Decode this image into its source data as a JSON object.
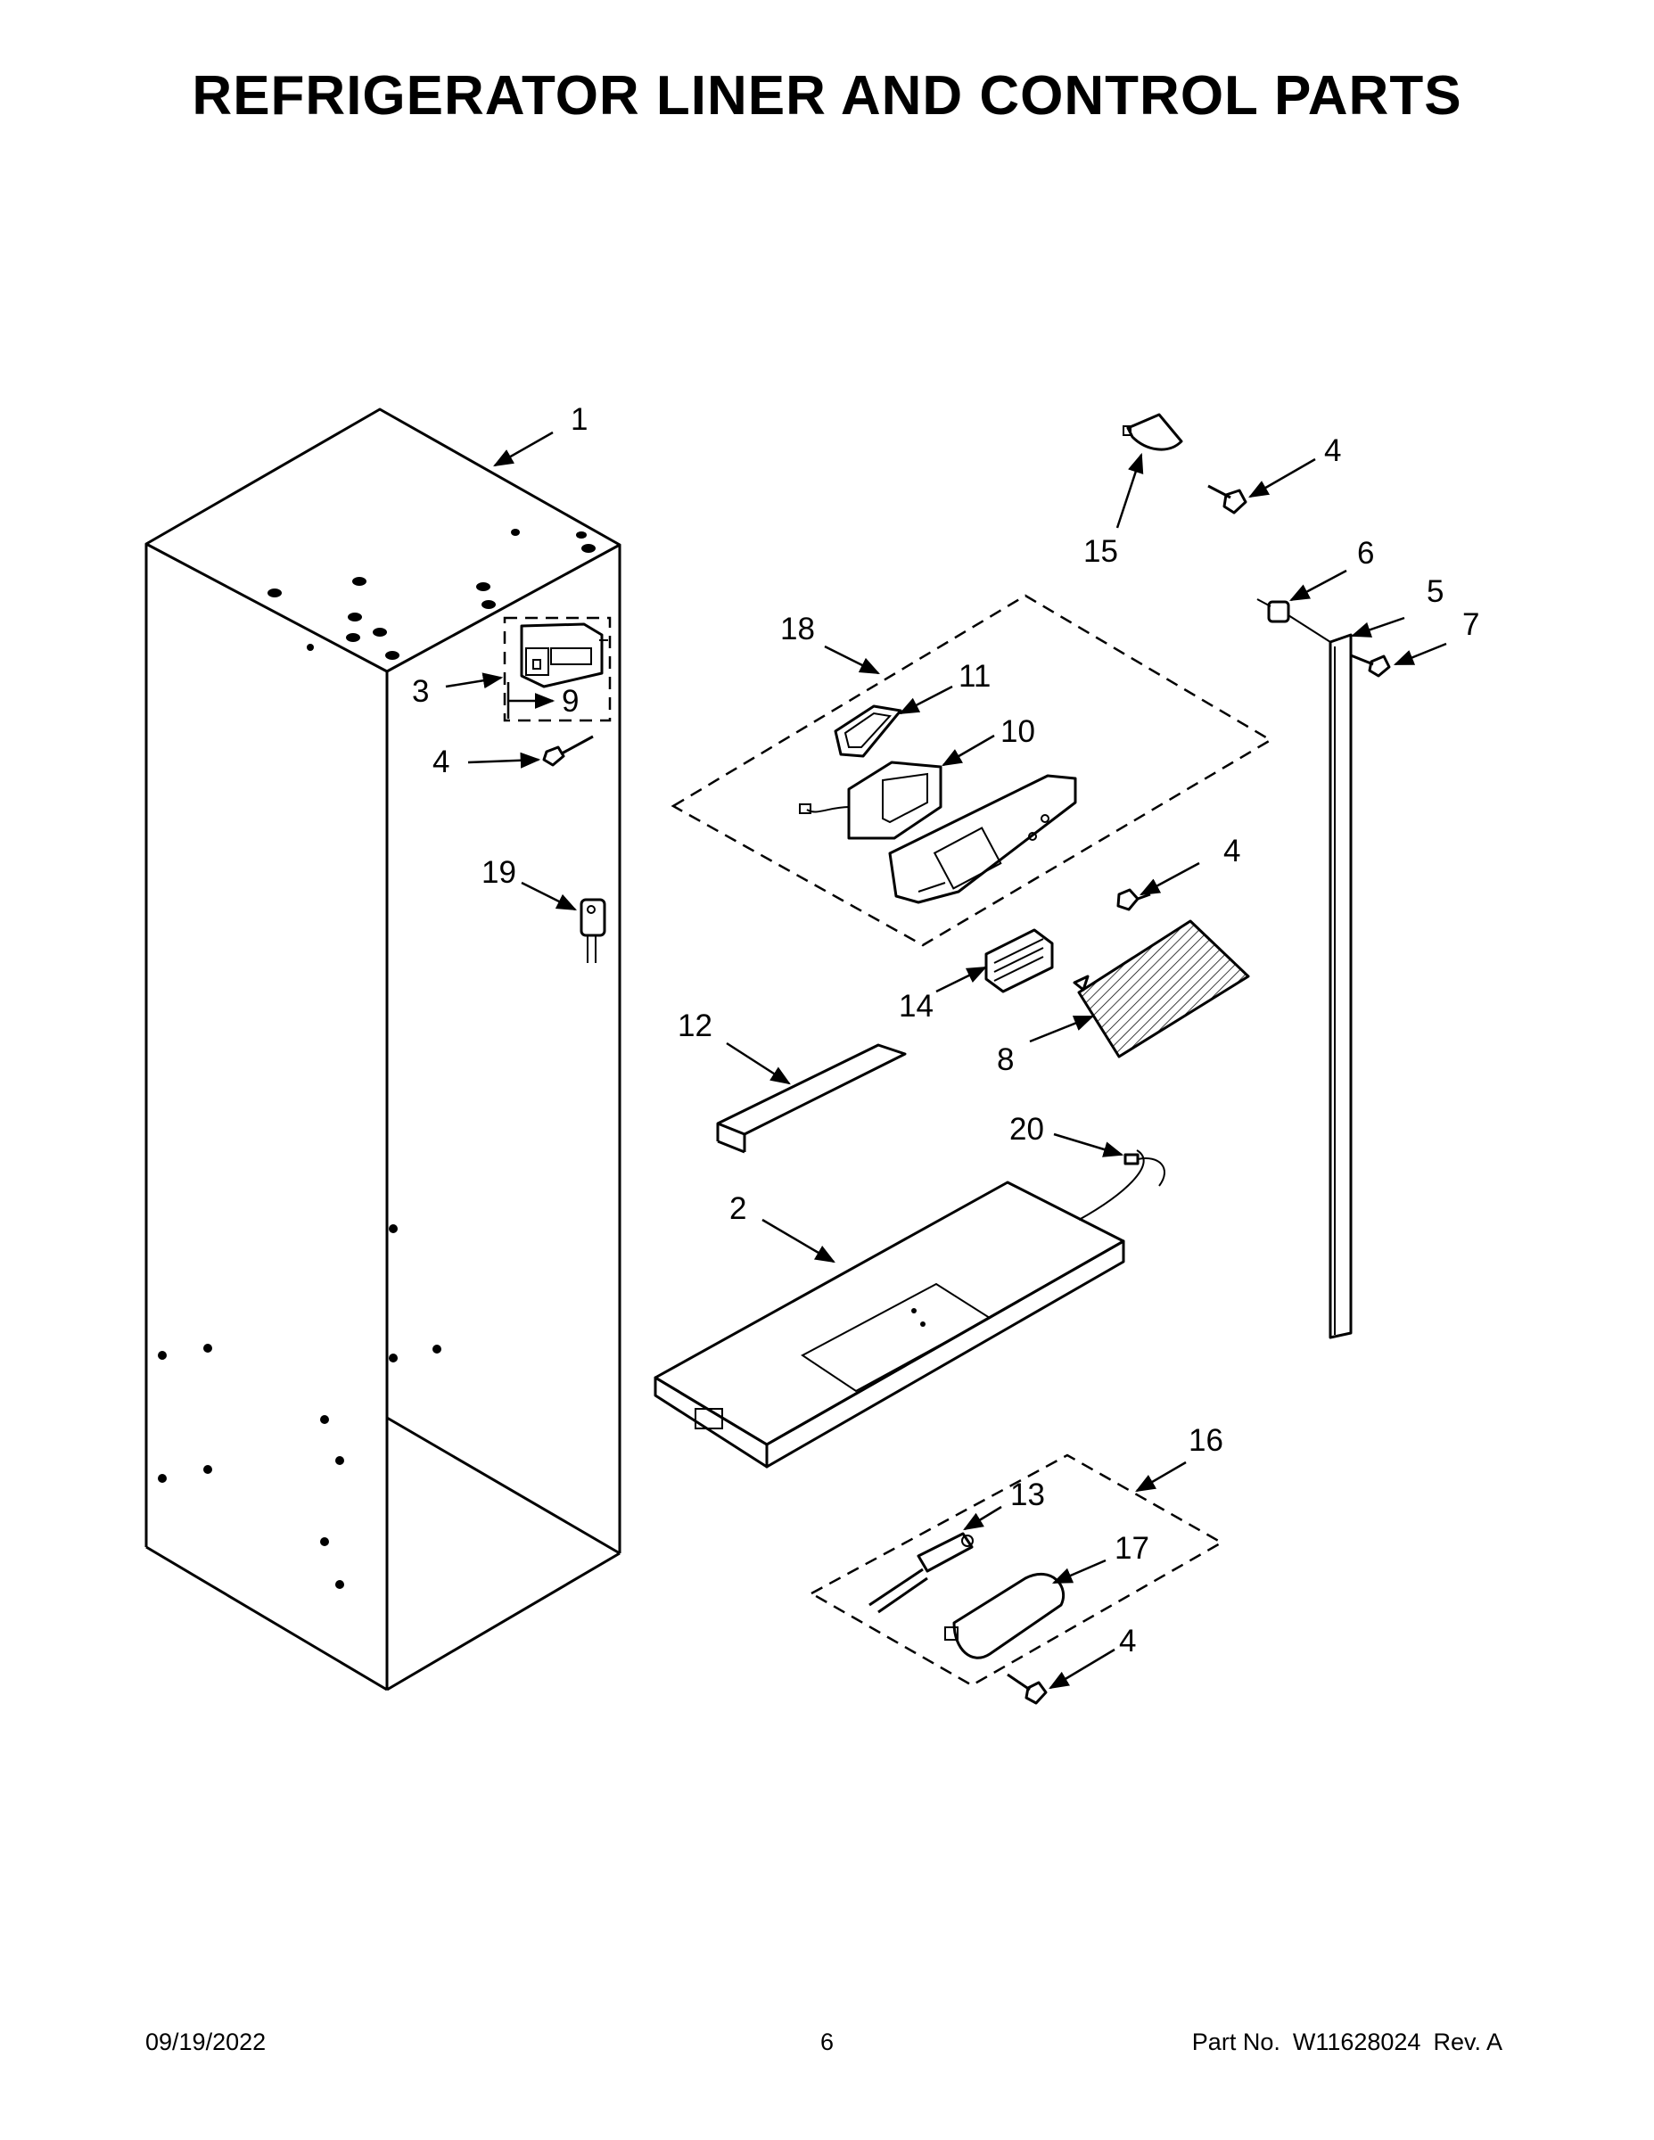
{
  "title": "REFRIGERATOR LINER AND CONTROL PARTS",
  "footer": {
    "date": "09/19/2022",
    "page": "6",
    "part_label": "Part No.",
    "part_number": "W11628024",
    "revision": "Rev. A"
  },
  "callouts": {
    "c1": "1",
    "c2": "2",
    "c3": "3",
    "c4a": "4",
    "c4b": "4",
    "c4c": "4",
    "c4d": "4",
    "c5": "5",
    "c6": "6",
    "c7": "7",
    "c8": "8",
    "c9": "9",
    "c10": "10",
    "c11": "11",
    "c12": "12",
    "c13": "13",
    "c14": "14",
    "c15": "15",
    "c16": "16",
    "c17": "17",
    "c18": "18",
    "c19": "19",
    "c20": "20"
  }
}
